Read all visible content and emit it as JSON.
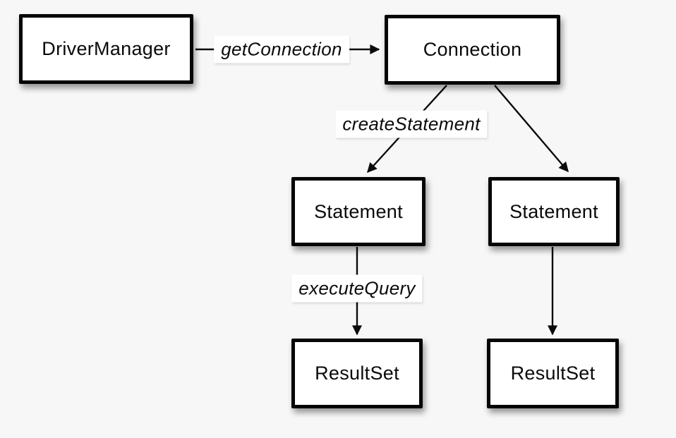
{
  "colors": {
    "background": "#f7f7f7",
    "node_fill": "#ffffff",
    "node_border": "#000000",
    "edge_line": "#000000",
    "label_background": "#ffffff",
    "text": "#000000"
  },
  "diagram": {
    "nodes": {
      "driver_manager": {
        "label": "DriverManager"
      },
      "connection": {
        "label": "Connection"
      },
      "statement_left": {
        "label": "Statement"
      },
      "statement_right": {
        "label": "Statement"
      },
      "result_set_left": {
        "label": "ResultSet"
      },
      "result_set_right": {
        "label": "ResultSet"
      }
    },
    "edges": [
      {
        "from": "DriverManager",
        "to": "Connection",
        "label": "getConnection"
      },
      {
        "from": "Connection",
        "to": "Statement (left)",
        "label": "createStatement"
      },
      {
        "from": "Connection",
        "to": "Statement (right)",
        "label": ""
      },
      {
        "from": "Statement (left)",
        "to": "ResultSet (left)",
        "label": "executeQuery"
      },
      {
        "from": "Statement (right)",
        "to": "ResultSet (right)",
        "label": ""
      }
    ]
  }
}
